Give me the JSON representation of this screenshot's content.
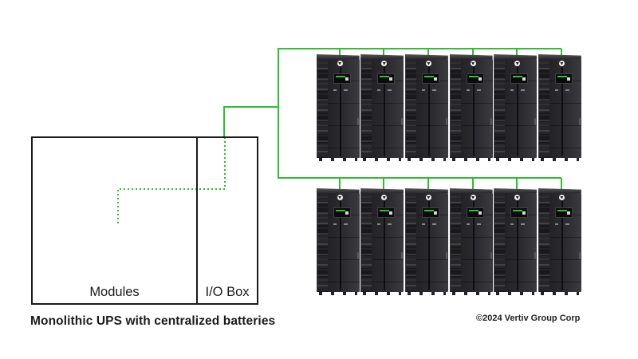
{
  "colors": {
    "connection_green": "#2fbf2f",
    "outline_black": "#1b1b1b",
    "text_black": "#1a1a1a",
    "cabinet_body": "#242427",
    "display_green": "#35c330",
    "background": "#ffffff"
  },
  "ups_box": {
    "modules_label": "Modules",
    "io_box_label": "I/O Box",
    "caption": "Monolithic UPS with centralized batteries"
  },
  "cabinet_array": {
    "rows": 2,
    "per_row": 6,
    "total": 12,
    "unit": "battery-cabinet",
    "brand_icon": "vertiv-logo-icon"
  },
  "footer": {
    "copyright": "©2024 Vertiv Group Corp"
  }
}
